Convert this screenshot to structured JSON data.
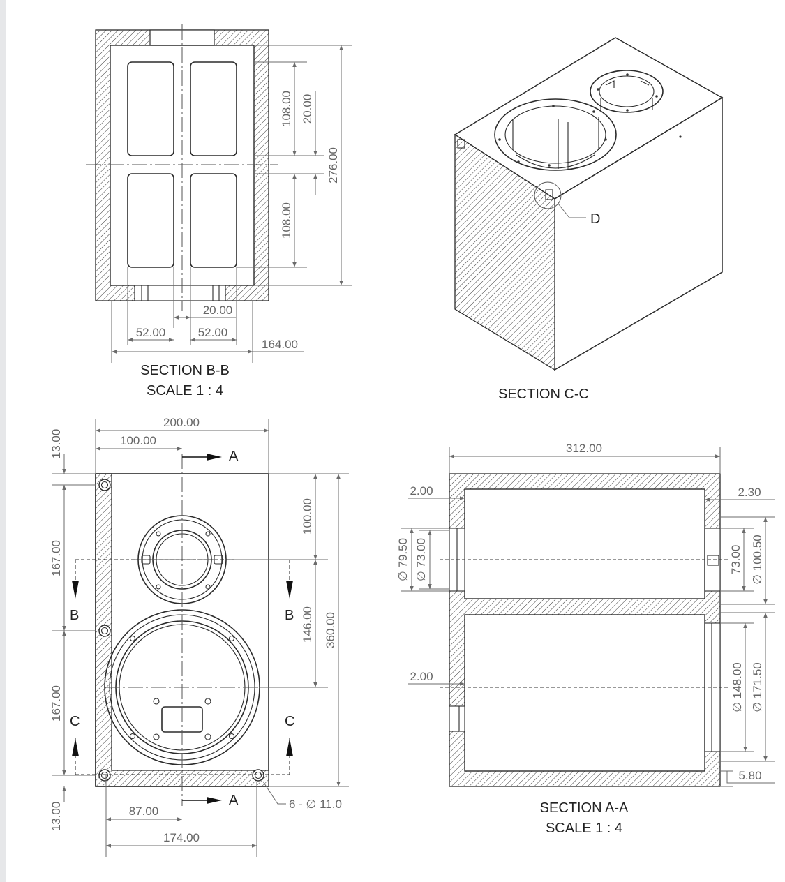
{
  "section_bb": {
    "title": "SECTION B-B",
    "scale": "SCALE 1 : 4",
    "dims": {
      "d108a": "108.00",
      "d20v": "20.00",
      "d276": "276.00",
      "d108b": "108.00",
      "d20h": "20.00",
      "d52a": "52.00",
      "d52b": "52.00",
      "d164": "164.00"
    }
  },
  "section_cc": {
    "title": "SECTION C-C",
    "detail_label": "D"
  },
  "front_view": {
    "dims": {
      "d200": "200.00",
      "d100": "100.00",
      "d13a": "13.00",
      "d167a": "167.00",
      "d167b": "167.00",
      "d13b": "13.00",
      "d100v": "100.00",
      "d146": "146.00",
      "d360": "360.00",
      "d87": "87.00",
      "d174": "174.00",
      "holes": "6 - ∅ 11.0"
    },
    "section_letters": {
      "a_top": "A",
      "a_bottom": "A",
      "b_left": "B",
      "b_right": "B",
      "c_left": "C",
      "c_right": "C"
    }
  },
  "section_aa": {
    "title": "SECTION A-A",
    "scale": "SCALE 1 : 4",
    "dims": {
      "d312": "312.00",
      "d2a": "2.00",
      "d230": "2.30",
      "d7950": "∅ 79.50",
      "d73l": "∅ 73.00",
      "d73r": "73.00",
      "d10050": "∅ 100.50",
      "d2b": "2.00",
      "d148": "∅ 148.00",
      "d17150": "∅ 171.50",
      "d580": "5.80"
    }
  }
}
